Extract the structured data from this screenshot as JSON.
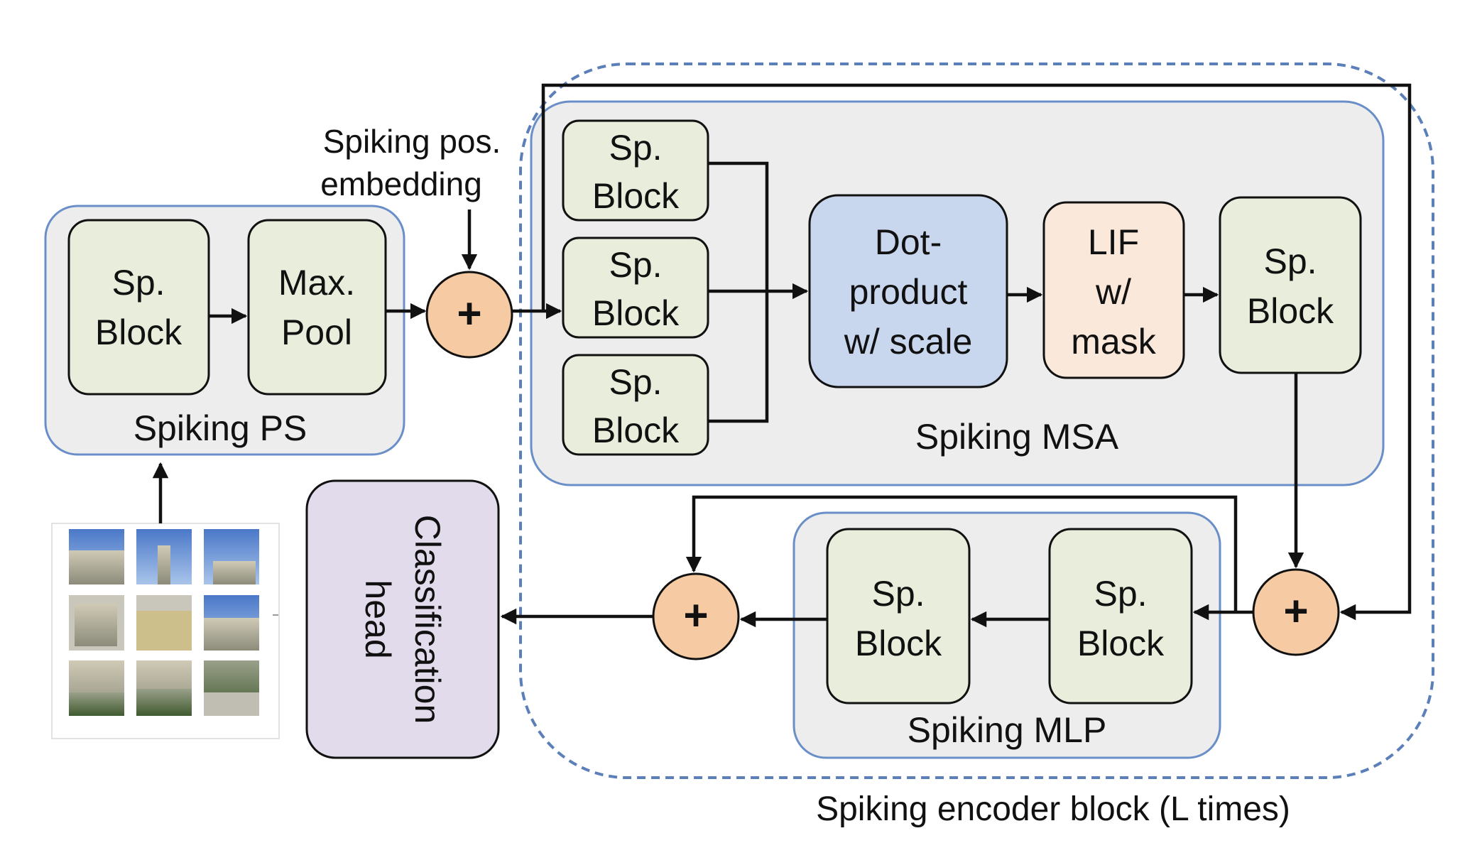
{
  "colors": {
    "green": "#e8eedb",
    "blue": "#c9d7ee",
    "peach": "#fae8da",
    "lavender": "#e1dbeb",
    "plus_fill": "#f6cba3",
    "group_fill": "#ededed",
    "group_border": "#6a8fc8",
    "dash_border": "#5b7fb8",
    "line": "#111111"
  },
  "pos_embedding": {
    "line1": "Spiking pos.",
    "line2": "embedding"
  },
  "spiking_ps": {
    "label": "Spiking PS",
    "sp_block": {
      "line1": "Sp.",
      "line2": "Block"
    },
    "max_pool": {
      "line1": "Max.",
      "line2": "Pool"
    }
  },
  "spiking_msa": {
    "label": "Spiking MSA",
    "sp_blocks": [
      {
        "line1": "Sp.",
        "line2": "Block"
      },
      {
        "line1": "Sp.",
        "line2": "Block"
      },
      {
        "line1": "Sp.",
        "line2": "Block"
      }
    ],
    "dot_product": {
      "line1": "Dot-",
      "line2": "product",
      "line3": "w/ scale"
    },
    "lif": {
      "line1": "LIF",
      "line2": "w/",
      "line3": "mask"
    },
    "out_block": {
      "line1": "Sp.",
      "line2": "Block"
    }
  },
  "spiking_mlp": {
    "label": "Spiking MLP",
    "left_block": {
      "line1": "Sp.",
      "line2": "Block"
    },
    "right_block": {
      "line1": "Sp.",
      "line2": "Block"
    }
  },
  "classification_head": {
    "line1": "Classification",
    "line2": "head"
  },
  "encoder_label": "Spiking encoder block (L times)",
  "plus_symbol": "+",
  "image_patches": [
    "patch-1",
    "patch-2",
    "patch-3",
    "patch-4",
    "patch-5",
    "patch-6",
    "patch-7",
    "patch-8",
    "patch-9"
  ]
}
